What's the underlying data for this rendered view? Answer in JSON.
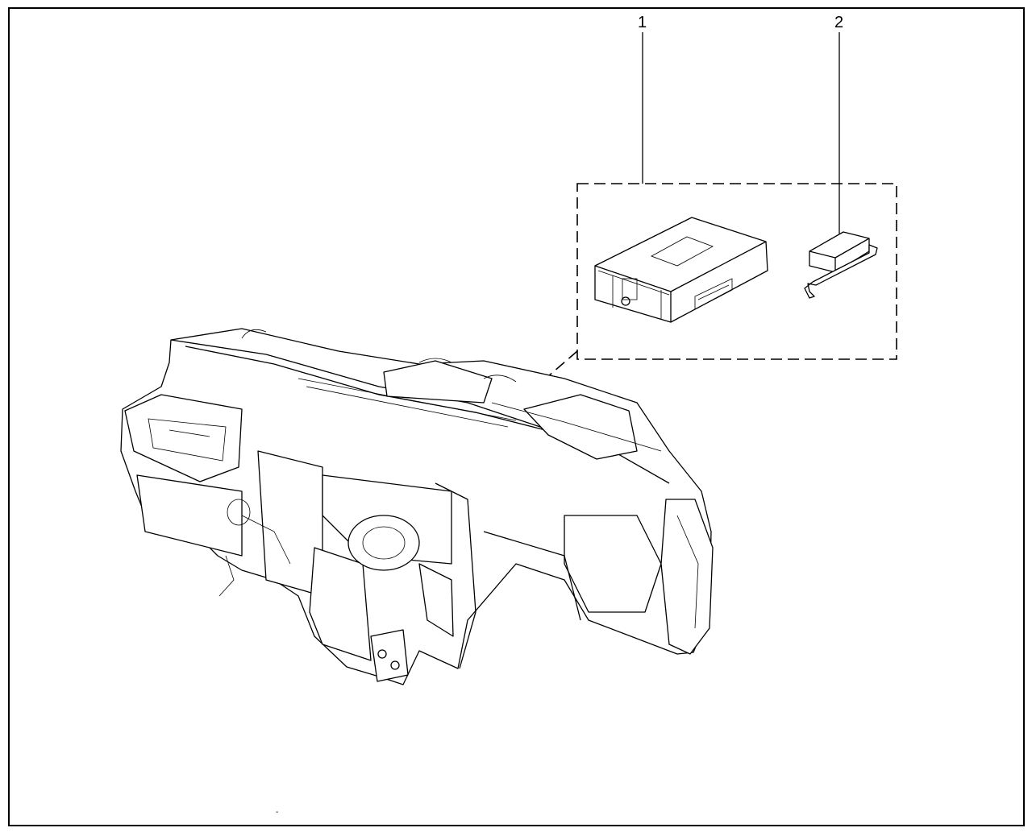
{
  "callouts": [
    {
      "label": "1",
      "part": "control-module"
    },
    {
      "label": "2",
      "part": "battery-pack"
    }
  ],
  "footer_mark": "-"
}
